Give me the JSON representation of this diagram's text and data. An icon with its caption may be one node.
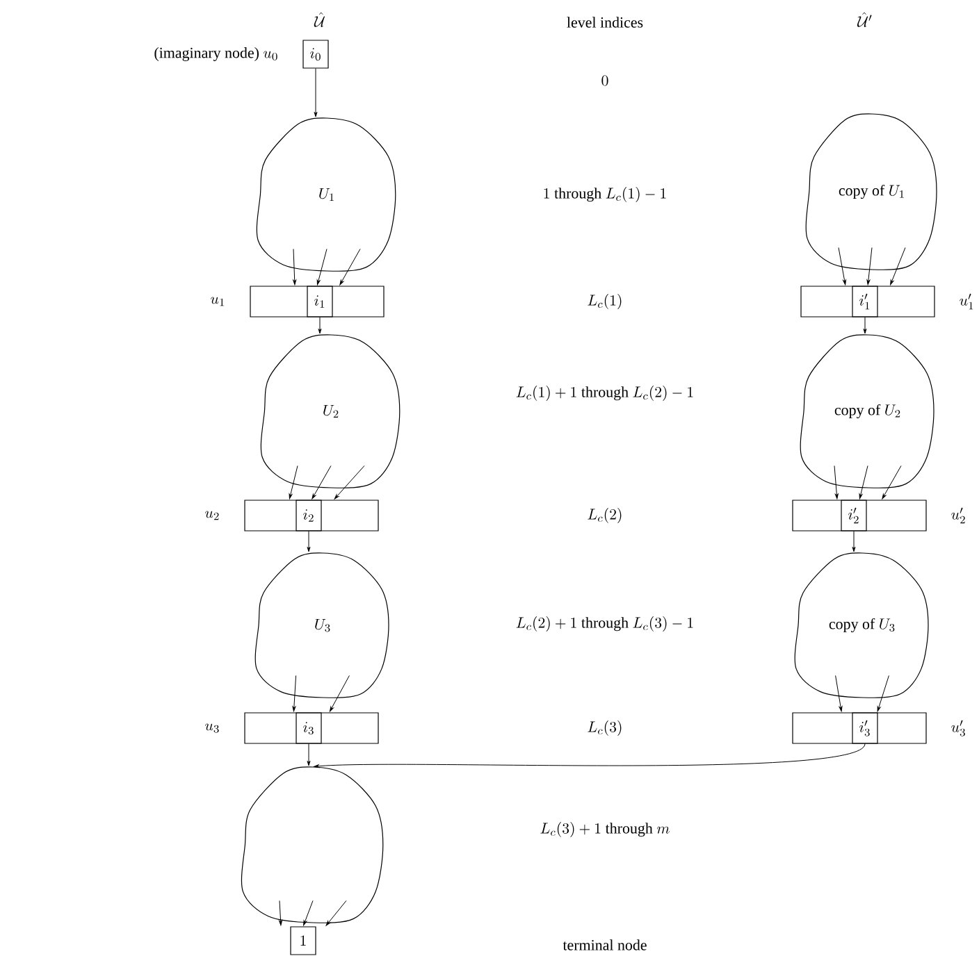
{
  "diagram": {
    "nodes": [
      {
        "text": [
          "i_0"
        ],
        "beside": [
          "\\text{(imaginary node) } u_0"
        ]
      },
      {
        "text": [
          "U_1"
        ]
      },
      {
        "text": [],
        "shape": "bar",
        "beside": [
          "u_1"
        ]
      },
      {
        "text": [
          "i_1"
        ],
        "in": 2
      },
      {
        "text": [
          "U_2"
        ]
      },
      {
        "text": [],
        "shape": "bar",
        "beside": [
          "u_2"
        ]
      },
      {
        "text": [
          "i_2"
        ],
        "in": 5
      },
      {
        "text": [
          "U_3"
        ]
      },
      {
        "text": [],
        "shape": "bar",
        "beside": [
          "u_3"
        ]
      },
      {
        "text": [
          "i_3"
        ],
        "in": 8
      },
      {
        "text": [],
        "shape": "cloud"
      },
      {
        "text": [
          "1"
        ]
      },
      {
        "text": [
          "\\text{copy of } U_1"
        ]
      },
      {
        "text": [],
        "shape": "bar",
        "beside": [
          "u'_1"
        ]
      },
      {
        "text": [
          "i'_1"
        ],
        "in": 13
      },
      {
        "text": [
          "\\text{copy of } U_2"
        ]
      },
      {
        "text": [],
        "shape": "bar",
        "beside": [
          "u'_2"
        ]
      },
      {
        "text": [
          "i'_2"
        ],
        "in": 16
      },
      {
        "text": [
          "\\text{copy of } U_3"
        ]
      },
      {
        "text": [],
        "shape": "bar",
        "beside": [
          "u'_3"
        ]
      },
      {
        "text": [
          "i'_3"
        ],
        "in": 19
      }
    ],
    "edges": [
      {
        "from": 0,
        "to": 1,
        "arrow": "to"
      },
      {
        "from": 1,
        "to": 2,
        "arrow": "to"
      },
      {
        "from": 1,
        "to": 2,
        "arrow": "to"
      },
      {
        "from": 1,
        "to": 2,
        "arrow": "to"
      },
      {
        "from": 3,
        "to": 4,
        "arrow": "to"
      },
      {
        "from": 4,
        "to": 5,
        "arrow": "to"
      },
      {
        "from": 4,
        "to": 5,
        "arrow": "to"
      },
      {
        "from": 4,
        "to": 5,
        "arrow": "to"
      },
      {
        "from": 6,
        "to": 7,
        "arrow": "to"
      },
      {
        "from": 7,
        "to": 8,
        "arrow": "to"
      },
      {
        "from": 7,
        "to": 8,
        "arrow": "to"
      },
      {
        "from": 9,
        "to": 10,
        "arrow": "to"
      },
      {
        "from": 10,
        "to": 11,
        "arrow": "to"
      },
      {
        "from": 10,
        "to": 11,
        "arrow": "to"
      },
      {
        "from": 10,
        "to": 11,
        "arrow": "to"
      },
      {
        "from": 12,
        "to": 13,
        "arrow": "to"
      },
      {
        "from": 12,
        "to": 13,
        "arrow": "to"
      },
      {
        "from": 12,
        "to": 13,
        "arrow": "to"
      },
      {
        "from": 14,
        "to": 15,
        "arrow": "to"
      },
      {
        "from": 15,
        "to": 16,
        "arrow": "to"
      },
      {
        "from": 15,
        "to": 16,
        "arrow": "to"
      },
      {
        "from": 15,
        "to": 16,
        "arrow": "to"
      },
      {
        "from": 17,
        "to": 18,
        "arrow": "to"
      },
      {
        "from": 18,
        "to": 19,
        "arrow": "to"
      },
      {
        "from": 18,
        "to": 19,
        "arrow": "to"
      },
      {
        "from": 20,
        "to": 10,
        "arrow": "to"
      }
    ],
    "labels": [
      "\\hat{\\mathcal{U}}",
      "\\text{level indices}",
      "\\hat{\\mathcal{U}}'",
      "0",
      "1 \\text{ through } L_c(1)-1",
      "L_c(1)",
      "L_c(1)+1 \\text{ through } L_c(2)-1",
      "L_c(2)",
      "L_c(2)+1 \\text{ through } L_c(3)-1",
      "L_c(3)",
      "L_c(3)+1 \\text{ through } m",
      "\\text{terminal node}"
    ]
  }
}
